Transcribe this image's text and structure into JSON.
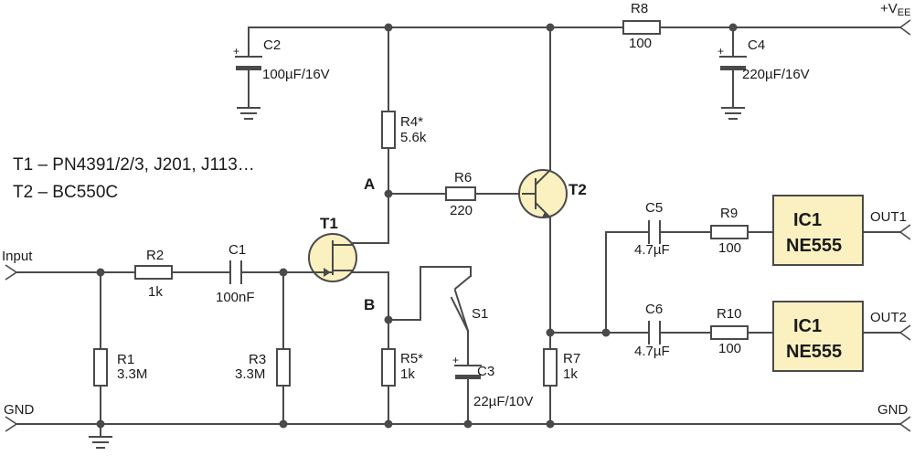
{
  "notes": {
    "t1": "T1 – PN4391/2/3, J201, J113…",
    "t2": "T2 – BC550C"
  },
  "nets": {
    "input": "Input",
    "gnd_left": "GND",
    "gnd_right": "GND",
    "vee": "+V",
    "vee_sub": "EE",
    "out1": "OUT1",
    "out2": "OUT2",
    "node_a": "A",
    "node_b": "B"
  },
  "resistors": {
    "r1": {
      "ref": "R1",
      "value": "3.3M"
    },
    "r2": {
      "ref": "R2",
      "value": "1k"
    },
    "r3": {
      "ref": "R3",
      "value": "3.3M"
    },
    "r4": {
      "ref": "R4*",
      "value": "5.6k"
    },
    "r5": {
      "ref": "R5*",
      "value": "1k"
    },
    "r6": {
      "ref": "R6",
      "value": "220"
    },
    "r7": {
      "ref": "R7",
      "value": "1k"
    },
    "r8": {
      "ref": "R8",
      "value": "100"
    },
    "r9": {
      "ref": "R9",
      "value": "100"
    },
    "r10": {
      "ref": "R10",
      "value": "100"
    }
  },
  "capacitors": {
    "c1": {
      "ref": "C1",
      "value": "100nF"
    },
    "c2": {
      "ref": "C2",
      "value": "100µF/16V"
    },
    "c3": {
      "ref": "C3",
      "value": "22µF/10V"
    },
    "c4": {
      "ref": "C4",
      "value": "220µF/16V"
    },
    "c5": {
      "ref": "C5",
      "value": "4.7µF"
    },
    "c6": {
      "ref": "C6",
      "value": "4.7µF"
    }
  },
  "polarity": "+",
  "transistors": {
    "t1": "T1",
    "t2": "T2"
  },
  "switch": {
    "ref": "S1"
  },
  "ics": {
    "ic1a": {
      "ref": "IC1",
      "part": "NE555"
    },
    "ic1b": {
      "ref": "IC1",
      "part": "NE555"
    }
  },
  "colors": {
    "wire": "#4a4a4a",
    "ic_fill": "#fbf1c0"
  }
}
